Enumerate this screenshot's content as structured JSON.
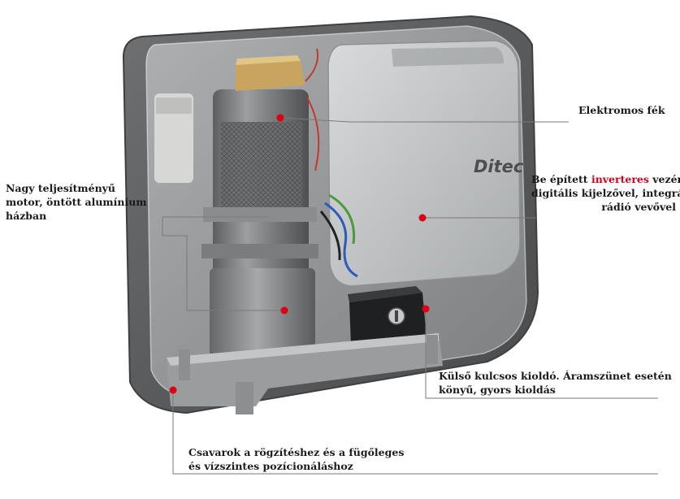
{
  "brand": {
    "logo_text": "Ditec"
  },
  "callouts": {
    "brake": {
      "text": "Elektromos fék"
    },
    "motor": {
      "line1": "Nagy teljesítményű",
      "line2": "motor, öntött alumínium",
      "line3": "házban"
    },
    "controller": {
      "line1_prefix": "Be épített ",
      "line1_highlight": "inverteres",
      "line1_suffix": " vezérlő,",
      "line2": "digitális kijelzővel, integrált",
      "line3": "rádió vevővel"
    },
    "release": {
      "line1": "Külső kulcsos kioldó. Áramszünet esetén",
      "line2": "könyű, gyors kioldás"
    },
    "screws": {
      "line1": "Csavarok a rögzítéshez és a fügőleges",
      "line2": "és vízszintes pozícionáláshoz"
    }
  },
  "colors": {
    "marker": "#e00013",
    "highlight": "#d0021b",
    "leader_line": "#7a7a7a"
  }
}
